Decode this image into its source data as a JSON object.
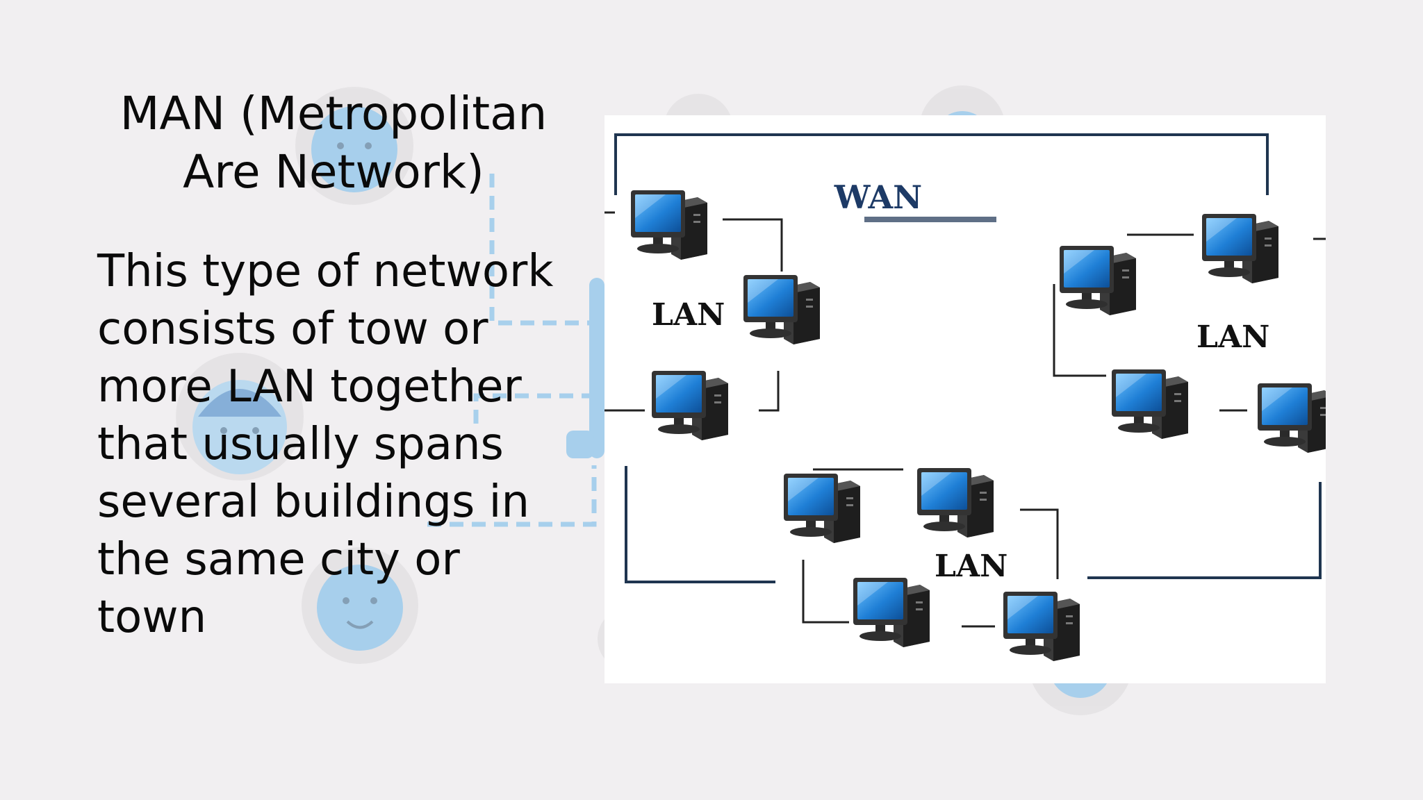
{
  "slide": {
    "title_lines": [
      "MAN (Metropolitan",
      "Are Network)"
    ],
    "body_lines": [
      "This type of network",
      "consists of tow or",
      "more LAN together",
      "that usually spans",
      "several buildings in",
      "the same city or",
      "town"
    ]
  },
  "diagram": {
    "wan_label": "WAN",
    "lan_labels": [
      "LAN",
      "LAN",
      "LAN"
    ],
    "colors": {
      "frame": "#1f3550",
      "wan_text": "#1d3a66",
      "monitor_screen": "#1f7fd6",
      "computer_body": "#2b2b2b",
      "background_accent": "#6bb6e8"
    }
  }
}
